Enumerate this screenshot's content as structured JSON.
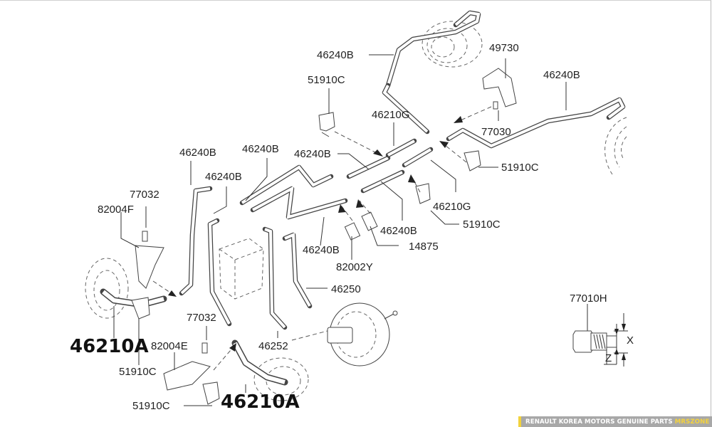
{
  "diagram": {
    "title": "Brake tube & hose parts diagram",
    "labels": [
      {
        "id": "l1",
        "text": "46240B",
        "style": "normal"
      },
      {
        "id": "l2",
        "text": "49730",
        "style": "normal"
      },
      {
        "id": "l3",
        "text": "51910C",
        "style": "normal"
      },
      {
        "id": "l4",
        "text": "46240B",
        "style": "normal"
      },
      {
        "id": "l5",
        "text": "46210G",
        "style": "normal"
      },
      {
        "id": "l6",
        "text": "77030",
        "style": "normal"
      },
      {
        "id": "l7",
        "text": "46240B",
        "style": "normal"
      },
      {
        "id": "l8",
        "text": "46240B",
        "style": "normal"
      },
      {
        "id": "l9",
        "text": "46240B",
        "style": "normal"
      },
      {
        "id": "l10",
        "text": "51910C",
        "style": "normal"
      },
      {
        "id": "l11",
        "text": "46240B",
        "style": "normal"
      },
      {
        "id": "l12",
        "text": "77032",
        "style": "normal"
      },
      {
        "id": "l13",
        "text": "46210G",
        "style": "normal"
      },
      {
        "id": "l14",
        "text": "82004F",
        "style": "normal"
      },
      {
        "id": "l15",
        "text": "51910C",
        "style": "normal"
      },
      {
        "id": "l16",
        "text": "46240B",
        "style": "normal"
      },
      {
        "id": "l17",
        "text": "46240B",
        "style": "normal"
      },
      {
        "id": "l18",
        "text": "14875",
        "style": "normal"
      },
      {
        "id": "l19",
        "text": "82002Y",
        "style": "normal"
      },
      {
        "id": "l20",
        "text": "46250",
        "style": "normal"
      },
      {
        "id": "l21",
        "text": "77010H",
        "style": "normal"
      },
      {
        "id": "l22",
        "text": "77032",
        "style": "normal"
      },
      {
        "id": "l23",
        "text": "46210A",
        "style": "bold"
      },
      {
        "id": "l24",
        "text": "82004E",
        "style": "normal"
      },
      {
        "id": "l25",
        "text": "46252",
        "style": "normal"
      },
      {
        "id": "l26",
        "text": "51910C",
        "style": "normal"
      },
      {
        "id": "l27",
        "text": "51910C",
        "style": "normal"
      },
      {
        "id": "l28",
        "text": "46210A",
        "style": "bold"
      }
    ],
    "detail_view": {
      "part": "77010H",
      "dimension_labels": {
        "x": "X",
        "z": "Z"
      }
    }
  },
  "footer": {
    "text": "RENAULT KOREA MOTORS GENUINE PARTS",
    "brand": "MRSZONE",
    "accent_color": "#f2d23c"
  }
}
